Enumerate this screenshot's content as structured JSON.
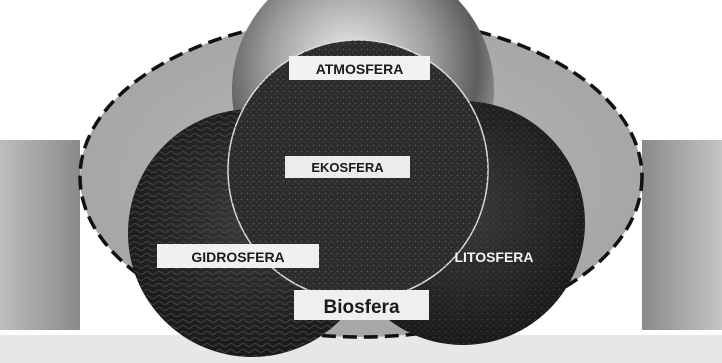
{
  "diagram": {
    "labels": {
      "atmosphere": "ATMOSFERA",
      "ecosphere": "EKOSFERA",
      "hydrosphere": "GIDROSFERA",
      "lithosphere": "LITOSFERA",
      "biosphere": "Biosfera"
    }
  }
}
